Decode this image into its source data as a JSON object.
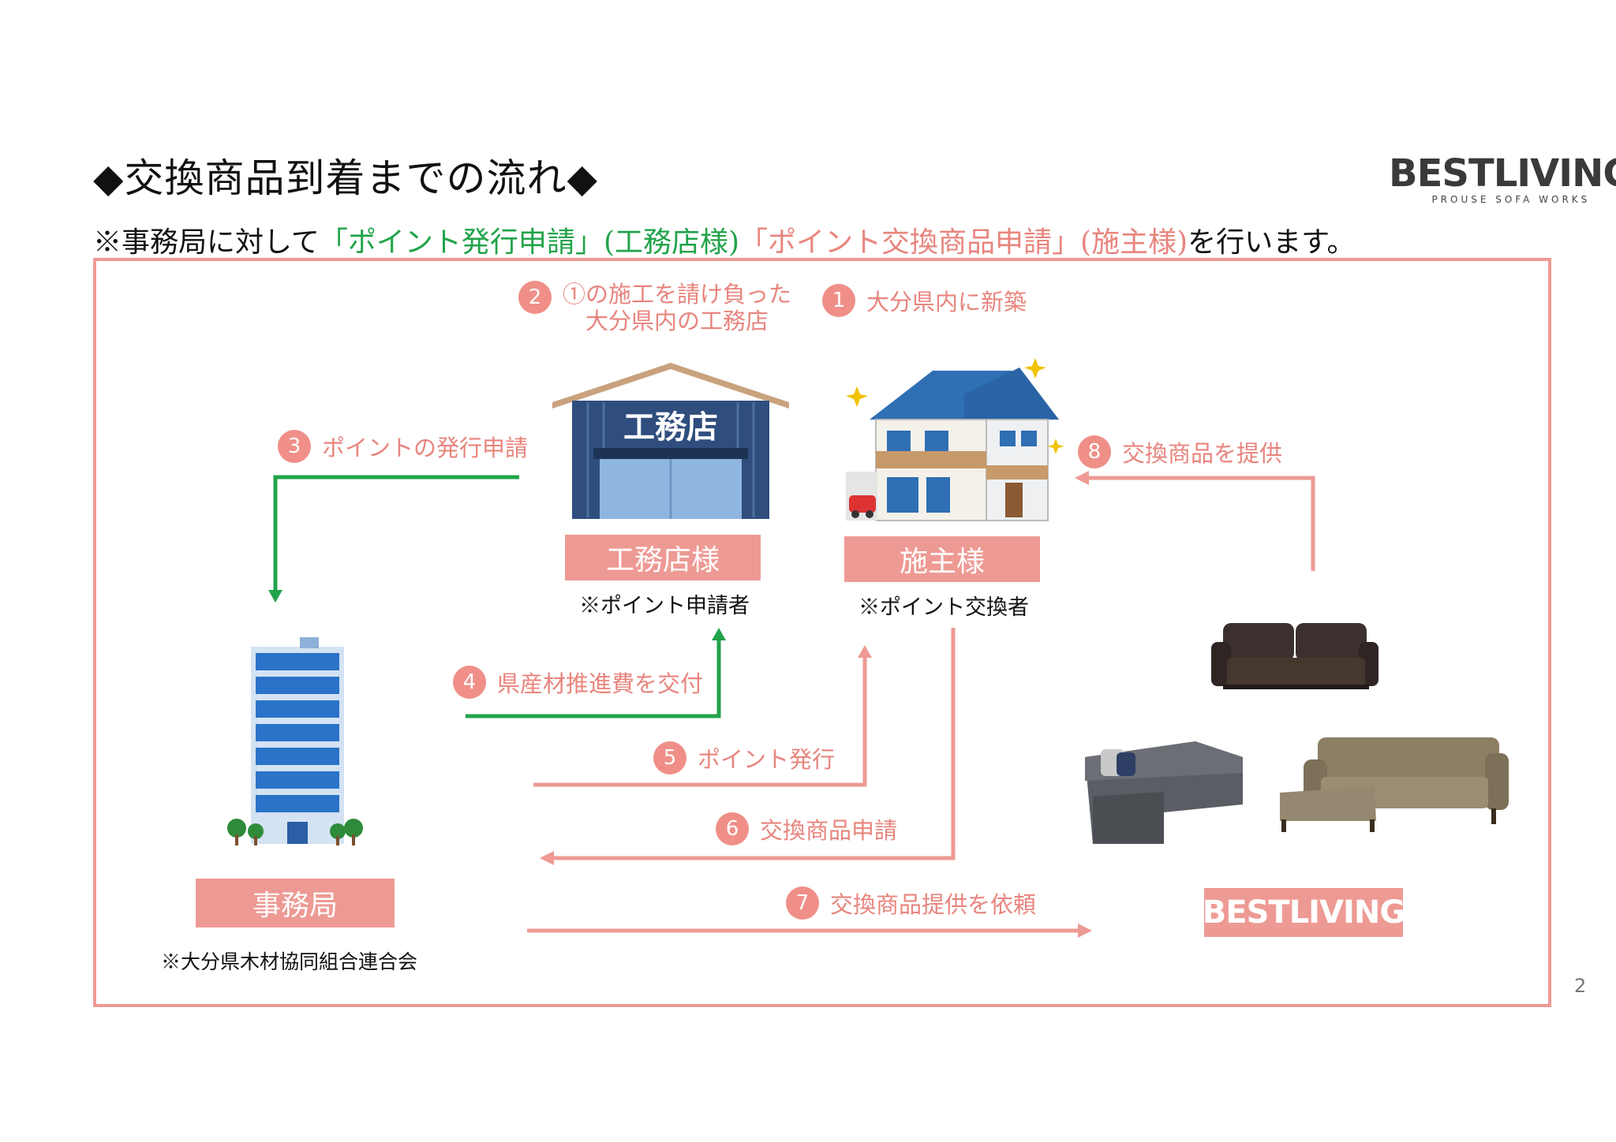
{
  "header": {
    "title": "◆交換商品到着までの流れ◆",
    "subtitle": {
      "prefix": "※事務局に対して",
      "part1": "「ポイント発行申請」",
      "part2": "(工務店様)",
      "part3": "「ポイント交換商品申請」",
      "part4": "(施主様)",
      "suffix": "を行います。"
    }
  },
  "logo": {
    "main": "BESTLIVING",
    "sub": "PROUSE SOFA WORKS"
  },
  "steps": [
    {
      "num": "1",
      "text": "大分県内に新築"
    },
    {
      "num": "2",
      "text_line1": "①の施工を請け負った",
      "text_line2": "大分県内の工務店"
    },
    {
      "num": "3",
      "text": "ポイントの発行申請"
    },
    {
      "num": "4",
      "text": "県産材推進費を交付"
    },
    {
      "num": "5",
      "text": "ポイント発行"
    },
    {
      "num": "6",
      "text": "交換商品申請"
    },
    {
      "num": "7",
      "text": "交換商品提供を依頼"
    },
    {
      "num": "8",
      "text": "交換商品を提供"
    }
  ],
  "actors": {
    "builder": {
      "label": "工務店様",
      "note": "※ポイント申請者",
      "sign": "工務店"
    },
    "owner": {
      "label": "施主様",
      "note": "※ポイント交換者"
    },
    "office": {
      "label": "事務局",
      "note": "※大分県木材協同組合連合会"
    },
    "vendor": {
      "label": "BESTLIVING"
    }
  },
  "colors": {
    "accent": "#ee9a94",
    "arrow_green": "#22a34a",
    "arrow_pink": "#ee9a94",
    "step_text": "#e8857e"
  },
  "page_number": "2"
}
